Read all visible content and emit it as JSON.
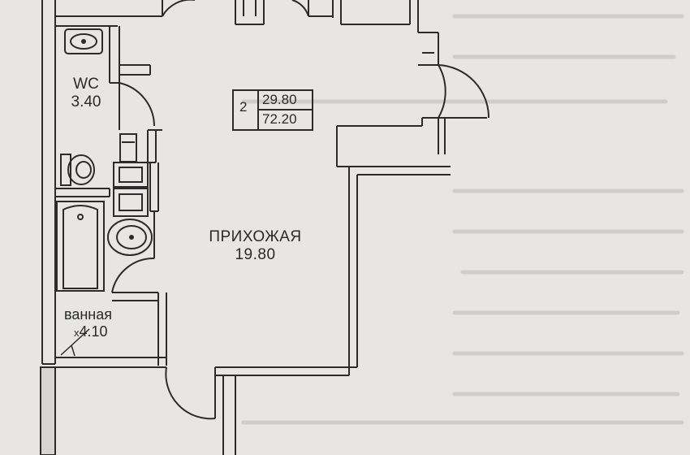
{
  "rooms": {
    "wc": {
      "name": "WC",
      "area": "3.40"
    },
    "hallway": {
      "name": "ПРИХОЖАЯ",
      "area": "19.80"
    },
    "bathroom": {
      "name": "ванная",
      "area": "4.10",
      "prefix": "x"
    }
  },
  "apartment": {
    "number": "2",
    "total_area": "29.80",
    "living_area": "72.20"
  },
  "colors": {
    "paper": "#e7e6e2",
    "wall": "#2b2b2b",
    "ink": "#2a2a2a",
    "faint_text": "#bdbcb7"
  },
  "fixtures": [
    "wc-sink-icon",
    "toilet-icon",
    "bathtub-icon",
    "bath-sink-icon",
    "ventilation-shaft-icon",
    "door-swing-icon"
  ]
}
